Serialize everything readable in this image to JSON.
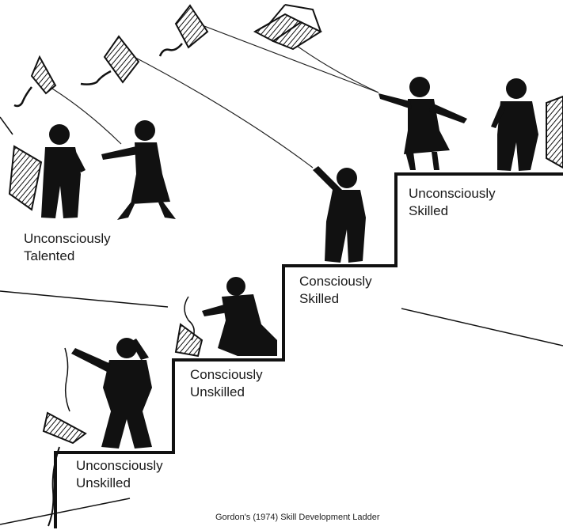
{
  "stages": [
    {
      "line1": "Unconsciously",
      "line2": "Unskilled"
    },
    {
      "line1": "Consciously",
      "line2": "Unskilled"
    },
    {
      "line1": "Consciously",
      "line2": "Skilled"
    },
    {
      "line1": "Unconsciously",
      "line2": "Skilled"
    },
    {
      "line1": "Unconsciously",
      "line2": "Talented"
    }
  ],
  "caption": "Gordon's (1974) Skill Development Ladder"
}
